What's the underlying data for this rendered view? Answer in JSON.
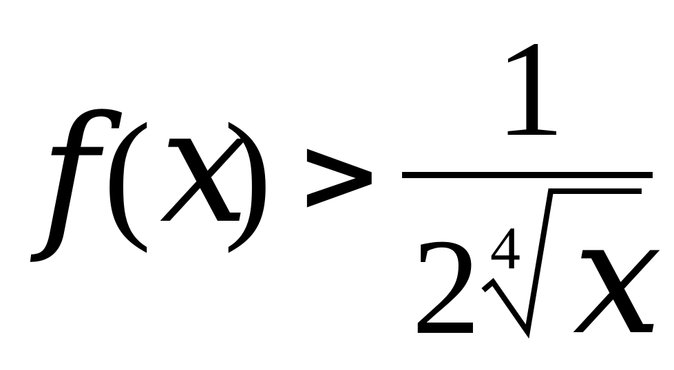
{
  "formula": {
    "lhs": {
      "function": "f",
      "open_paren": "(",
      "variable": "x",
      "close_paren": ")"
    },
    "relation": ">",
    "rhs": {
      "numerator": "1",
      "denominator": {
        "coefficient": "2",
        "root_index": "4",
        "radicand": "x"
      }
    }
  },
  "colors": {
    "ink": "#000000",
    "background": "#ffffff"
  }
}
